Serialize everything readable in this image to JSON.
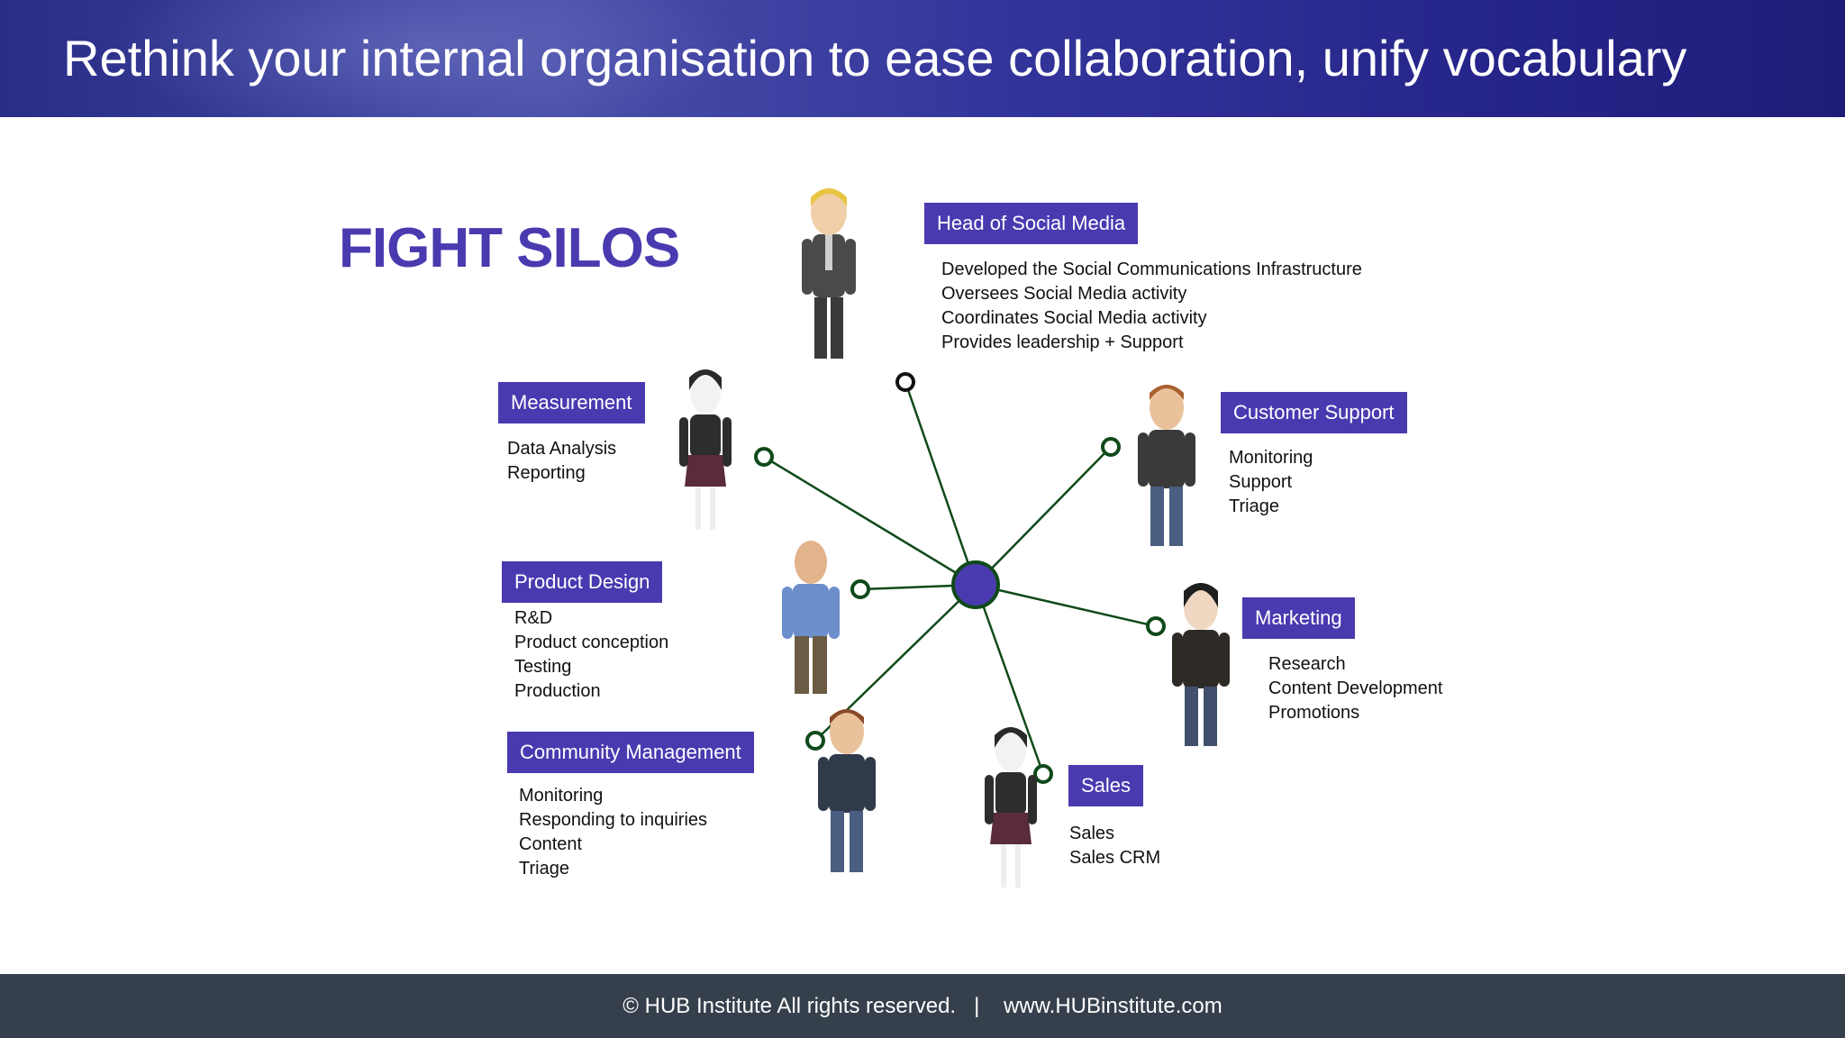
{
  "slide": {
    "title": "Rethink your internal organisation to ease collaboration, unify vocabulary",
    "heading": "FIGHT SILOS",
    "footer": "© HUB Institute All rights reserved.   |    www.HUBinstitute.com"
  },
  "colors": {
    "accent": "#4a3ab0",
    "connector": "#0f4a1a",
    "footer_bg": "#36404c"
  },
  "roles": [
    {
      "label": "Head of Social Media",
      "items": [
        "Developed the Social Communications Infrastructure",
        "Oversees Social Media activity",
        "Coordinates Social Media activity",
        "Provides leadership + Support"
      ]
    },
    {
      "label": "Measurement",
      "items": [
        "Data Analysis",
        "Reporting"
      ]
    },
    {
      "label": "Customer Support",
      "items": [
        "Monitoring",
        "Support",
        "Triage"
      ]
    },
    {
      "label": "Product Design",
      "items": [
        "R&D",
        "Product conception",
        "Testing",
        "Production"
      ]
    },
    {
      "label": "Marketing",
      "items": [
        "Research",
        "Content Development",
        "Promotions"
      ]
    },
    {
      "label": "Community Management",
      "items": [
        "Monitoring",
        "Responding to inquiries",
        "Content",
        "Triage"
      ]
    },
    {
      "label": "Sales",
      "items": [
        "Sales",
        "Sales CRM"
      ]
    }
  ]
}
